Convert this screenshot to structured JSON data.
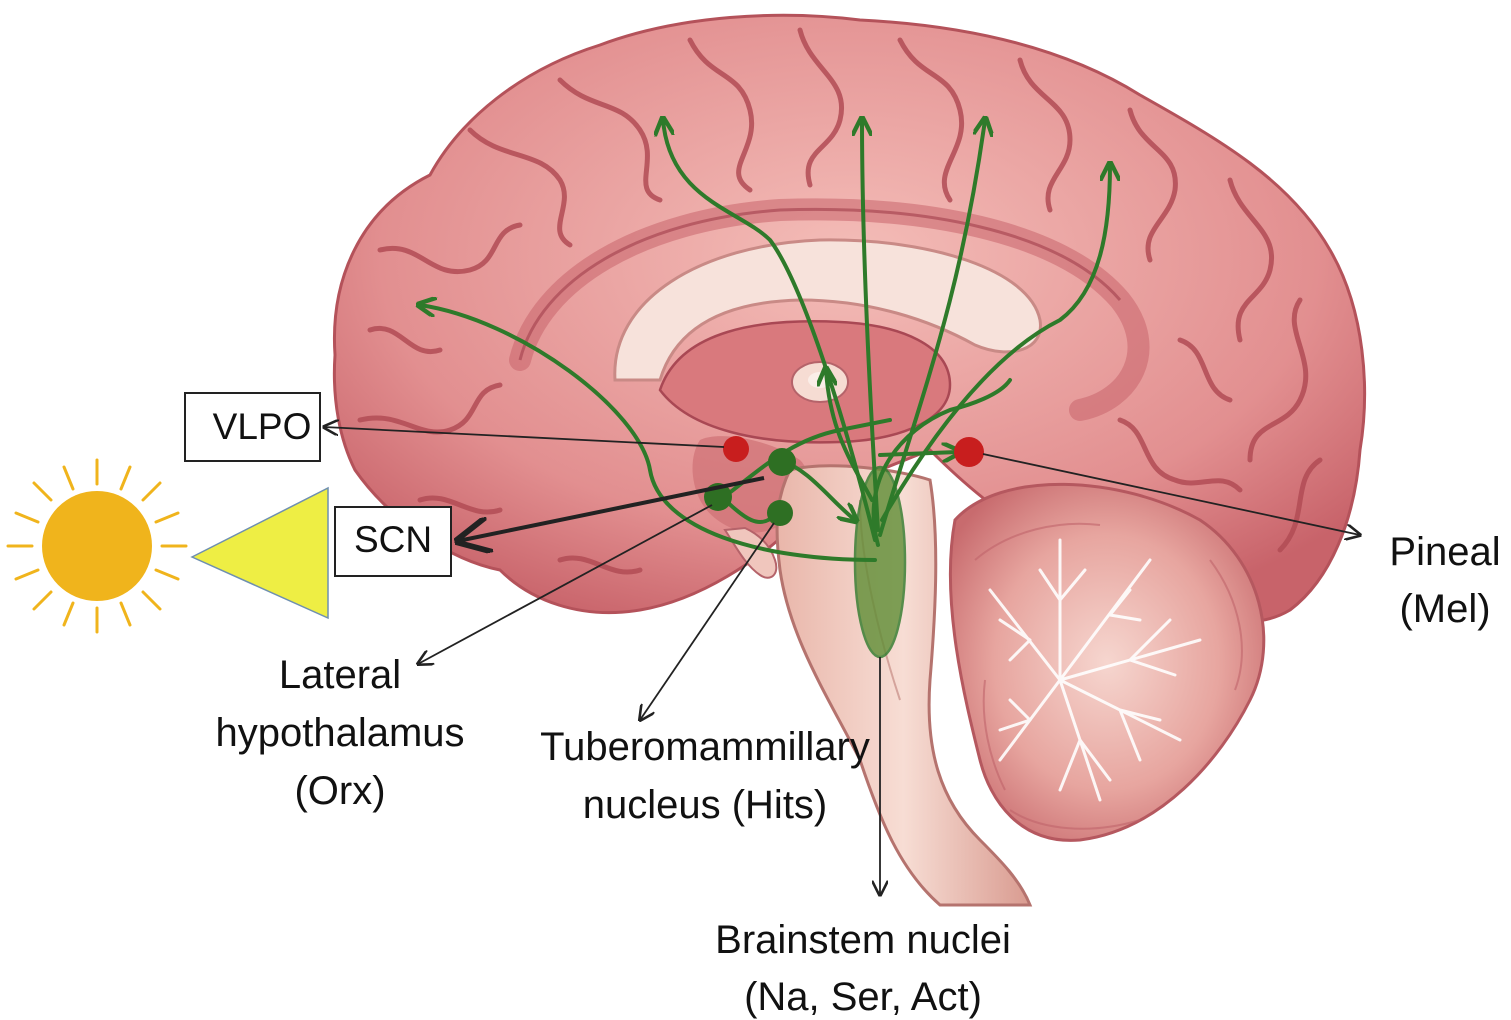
{
  "labels": {
    "vlpo": "VLPO",
    "scn": "SCN",
    "lateral_hypothalamus": [
      "Lateral",
      "hypothalamus",
      "(Orx)"
    ],
    "tuberomammillary": [
      "Tuberomammillary",
      "nucleus (Hits)"
    ],
    "brainstem": [
      "Brainstem nuclei",
      "(Na, Ser, Act)"
    ],
    "pineal": [
      "Pineal",
      "(Mel)"
    ]
  },
  "colors": {
    "brain": "#e79a9a",
    "brain_dark": "#c45e63",
    "brain_light": "#f2b6b3",
    "sulci": "#b24c55",
    "stem": "#f1c9c0",
    "cerebellum": "#e39c98",
    "pathway_green": "#2e7a2a",
    "node_green": "#2e6f23",
    "node_red": "#c81e1e",
    "sun": "#f0b41c",
    "light_triangle": "#eeee44",
    "arrow": "#222222"
  }
}
